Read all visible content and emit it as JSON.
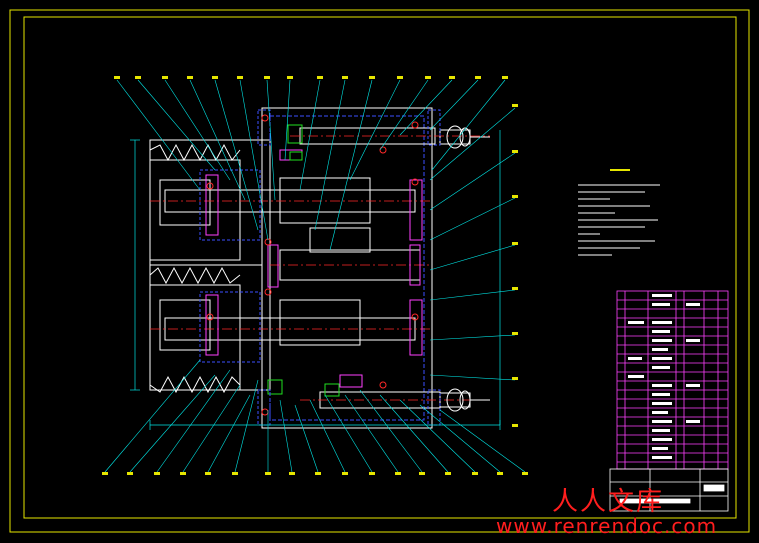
{
  "drawing": {
    "kind": "CAD assembly drawing (gearbox / pulley reducer), illegible small text",
    "colors": {
      "background": "#000000",
      "frame": "#e6e600",
      "outline": "#ffffff",
      "leaders": "#00e6e6",
      "hidden": "#3c50ff",
      "section": "#ff40ff",
      "center": "#ff2828",
      "accent_green": "#20e020",
      "title_block": "#ff40ff"
    }
  },
  "watermark": {
    "text_cn": "人人文库",
    "text_url": "www.renrendoc.com"
  }
}
